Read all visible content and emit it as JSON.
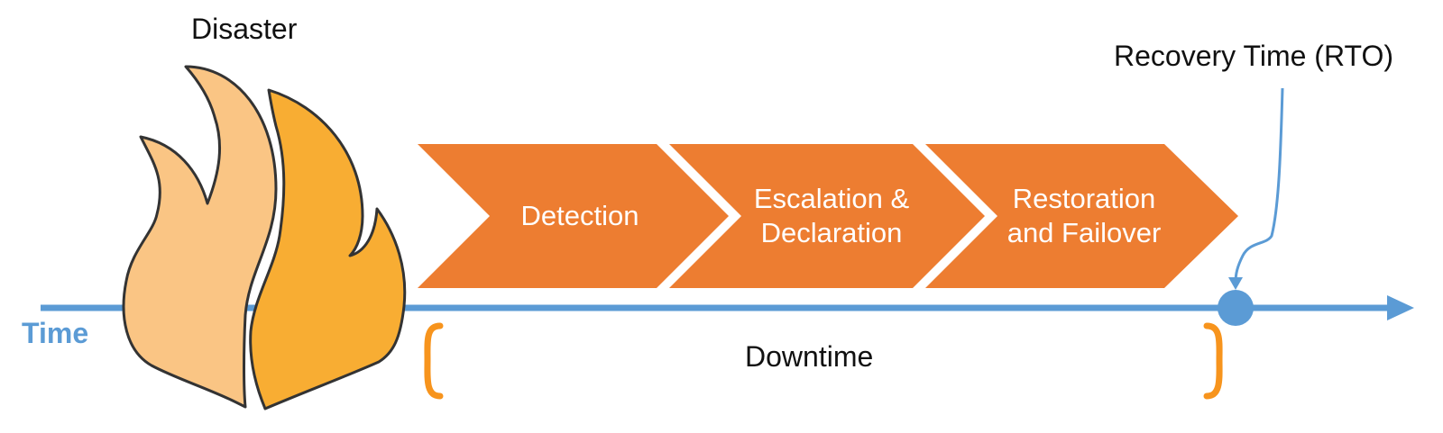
{
  "disaster_label": "Disaster",
  "time_label": "Time",
  "rto_label": "Recovery Time (RTO)",
  "downtime_label": "Downtime",
  "steps": [
    {
      "line1": "Detection",
      "line2": ""
    },
    {
      "line1": "Escalation &",
      "line2": "Declaration"
    },
    {
      "line1": "Restoration",
      "line2": "and Failover"
    }
  ],
  "colors": {
    "timeline": "#5b9bd5",
    "step_fill": "#ed7d31",
    "bracket": "#f7941d",
    "flame_back": "#fac584",
    "flame_front": "#f8ad33",
    "flame_outline": "#333333"
  },
  "icons": [
    "flame-icon",
    "arrowhead-icon",
    "rto-marker-icon"
  ]
}
